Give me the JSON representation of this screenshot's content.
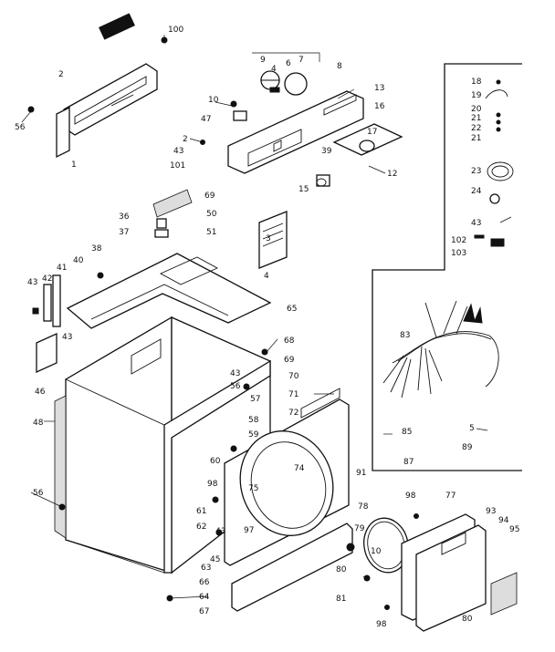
{
  "callouts": [
    "100",
    "2",
    "56",
    "1",
    "9",
    "4",
    "6",
    "7",
    "8",
    "13",
    "16",
    "10",
    "47",
    "17",
    "12",
    "39",
    "2",
    "43",
    "101",
    "15",
    "18",
    "19",
    "20",
    "21",
    "22",
    "21",
    "23",
    "24",
    "43",
    "102",
    "103",
    "69",
    "36",
    "50",
    "37",
    "51",
    "38",
    "43",
    "41",
    "42",
    "40",
    "3",
    "4",
    "65",
    "43",
    "46",
    "68",
    "69",
    "83",
    "43",
    "70",
    "56",
    "57",
    "71",
    "72",
    "48",
    "58",
    "59",
    "74",
    "85",
    "60",
    "98",
    "75",
    "61",
    "91",
    "62",
    "43",
    "97",
    "45",
    "98",
    "77",
    "78",
    "79",
    "93",
    "94",
    "95",
    "56",
    "63",
    "66",
    "5",
    "89",
    "87",
    "10",
    "80",
    "81",
    "64",
    "67",
    "98",
    "80"
  ]
}
